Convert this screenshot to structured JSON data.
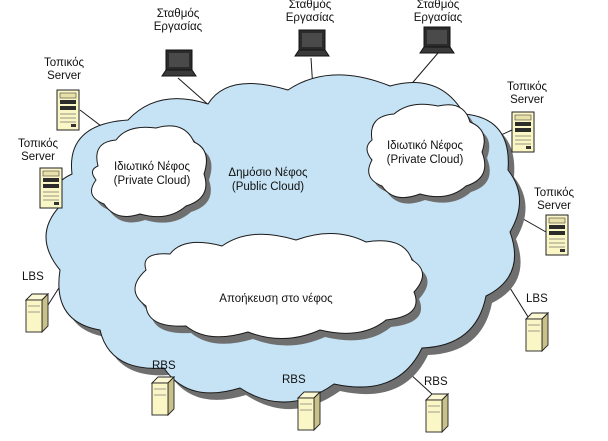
{
  "workstation_label_line1": "Σταθμός",
  "workstation_label_line2": "Εργασίας",
  "local_server_label_line1": "Τοπικός",
  "local_server_label_line2": "Server",
  "lbs_label": "LBS",
  "rbs_label": "RBS",
  "public_cloud": {
    "line1": "Δημόσιο Νέφος",
    "line2": "(Public Cloud)"
  },
  "private_cloud": {
    "line1": "Ιδιωτικό Νέφος",
    "line2": "(Private Cloud)"
  },
  "cloud_storage": {
    "line1": "Αποήκευση στο νέφος"
  },
  "colors": {
    "public_cloud_fill": "#c5e3f4",
    "cloud_shadow": "#6f6f6f",
    "inner_cloud_fill": "#ffffff",
    "server_fill": "#fbf6c6",
    "laptop_body": "#2b2b2b"
  }
}
